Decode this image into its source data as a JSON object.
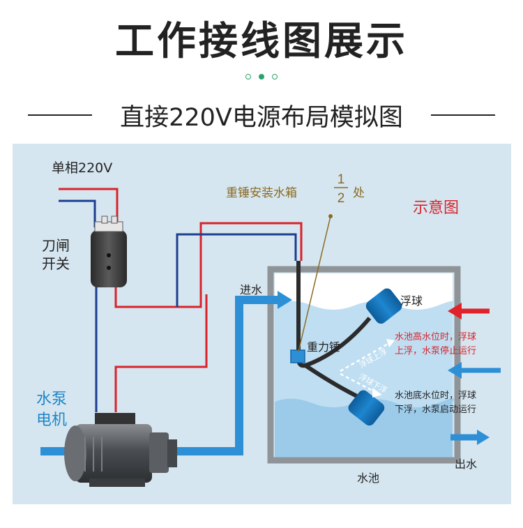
{
  "header": {
    "title": "工作接线图展示",
    "subtitle": "直接220V电源布局模拟图"
  },
  "labels": {
    "single_phase": "单相220V",
    "knife_switch_line1": "刀闸",
    "knife_switch_line2": "开关",
    "pump_motor_line1": "水泵",
    "pump_motor_line2": "电机",
    "weight_install_prefix": "重锤安装水箱",
    "fraction_numerator": "1",
    "fraction_denominator": "2",
    "weight_install_suffix": "处",
    "schematic": "示意图",
    "water_in": "进水",
    "float_ball": "浮球",
    "weight": "重力锤",
    "high_level_line1": "水池高水位时，浮球",
    "high_level_line2": "上浮，水泵停止运行",
    "low_level_line1": "水池底水位时，浮球",
    "low_level_line2": "下浮，水泵启动运行",
    "water_out": "出水",
    "pool": "水池",
    "float_up": "浮球上浮",
    "float_down": "浮球下浮"
  },
  "colors": {
    "accent_green": "#2aa36b",
    "panel_bg": "#d6e6f0",
    "wire_red": "#d8232a",
    "wire_blue": "#1b3d8f",
    "pipe_blue": "#2d8fd6",
    "label_gold": "#8a6a22",
    "label_red": "#d8232a",
    "label_blue": "#1f86c8",
    "arrow_red": "#e0232a"
  }
}
